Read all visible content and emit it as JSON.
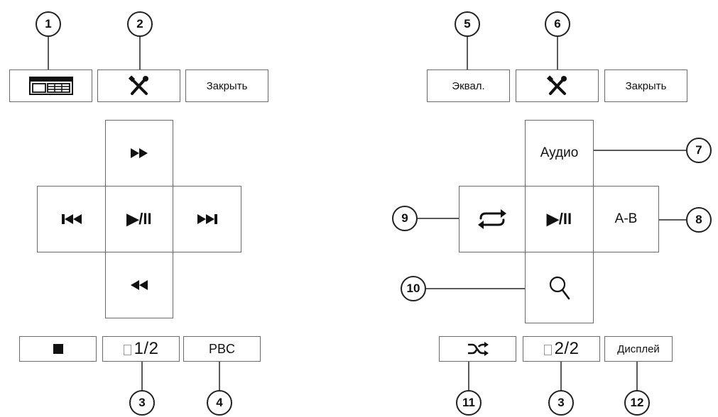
{
  "left_panel": {
    "menu_label": "",
    "settings_label": "",
    "close_label": "Закрыть",
    "stop_label": "",
    "page_indicator": "1/2",
    "pbc_label": "PBC"
  },
  "right_panel": {
    "eq_label": "Эквал.",
    "settings_label": "",
    "close_label": "Закрыть",
    "audio_label": "Аудио",
    "ab_label": "A-B",
    "page_indicator": "2/2",
    "display_label": "Дисплей"
  },
  "play_pause_label": "▶/II",
  "callouts": {
    "c1": "1",
    "c2": "2",
    "c3a": "3",
    "c4": "4",
    "c5": "5",
    "c6": "6",
    "c7": "7",
    "c8": "8",
    "c9": "9",
    "c10": "10",
    "c11": "11",
    "c3b": "3",
    "c12": "12"
  },
  "icons": {
    "menu": "grid-menu-icon",
    "settings": "wrench-screwdriver-icon",
    "fast_forward": "fast-forward-icon",
    "rewind": "rewind-icon",
    "prev": "skip-previous-icon",
    "next": "skip-next-icon",
    "stop": "stop-icon",
    "repeat": "repeat-icon",
    "search": "search-icon",
    "shuffle": "shuffle-icon"
  }
}
